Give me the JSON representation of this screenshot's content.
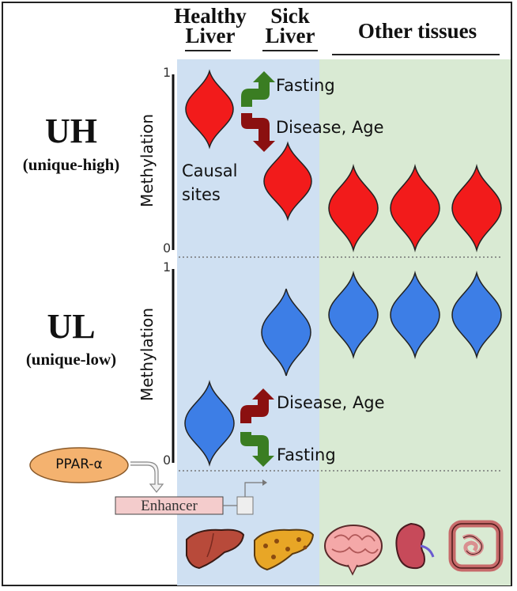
{
  "headers": {
    "healthy_line1": "Healthy",
    "healthy_line2": "Liver",
    "sick_line1": "Sick",
    "sick_line2": "Liver",
    "other": "Other tissues"
  },
  "uh": {
    "title": "UH",
    "subtitle": "(unique-high)"
  },
  "ul": {
    "title": "UL",
    "subtitle": "(unique-low)"
  },
  "axis": {
    "label": "Methylation",
    "max": "1",
    "min": "0"
  },
  "annotations": {
    "fasting": "Fasting",
    "disease_age": "Disease, Age",
    "causal_line1": "Causal",
    "causal_line2": "sites"
  },
  "regulation": {
    "ppar": "PPAR-α",
    "enhancer": "Enhancer"
  },
  "colors": {
    "red": "#f21b1b",
    "blue": "#3d7ee6",
    "green_arrow": "#3a7d22",
    "darkred_arrow": "#8b1010",
    "panel_blue": "#cfe0f2",
    "panel_green": "#d9ead3",
    "ppar_fill": "#f4b26f",
    "enhancer_fill": "#f4cccc"
  },
  "icons": [
    "liver-healthy-icon",
    "liver-sick-icon",
    "brain-icon",
    "kidney-icon",
    "intestine-icon"
  ]
}
